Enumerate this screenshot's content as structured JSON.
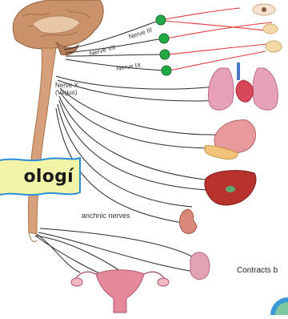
{
  "labels": {
    "nerve_vii": "Nerve VII",
    "nerve_iii": "Nerve III",
    "nerve_ix": "Nerve IX",
    "nerve_x": "Nerve X",
    "vagus": "(Vagus)",
    "splanchnic": "anchnic nerves",
    "contracts": "Contracts b"
  },
  "banner": {
    "text": "ologí"
  },
  "colors": {
    "nerve_line": "#2b2b2b",
    "red_nerve": "#e03a3a",
    "ganglion": "#22a845",
    "brain": "#c9926a",
    "spinal_cord": "#d6a07a",
    "banner_fill": "#f2f5a8",
    "banner_border": "#2a8fd8"
  },
  "icons": [
    "brain",
    "spinal-cord",
    "ganglion",
    "eye",
    "salivary-gland",
    "heart-lungs",
    "stomach",
    "pancreas",
    "liver",
    "kidney",
    "bladder",
    "uterus"
  ]
}
